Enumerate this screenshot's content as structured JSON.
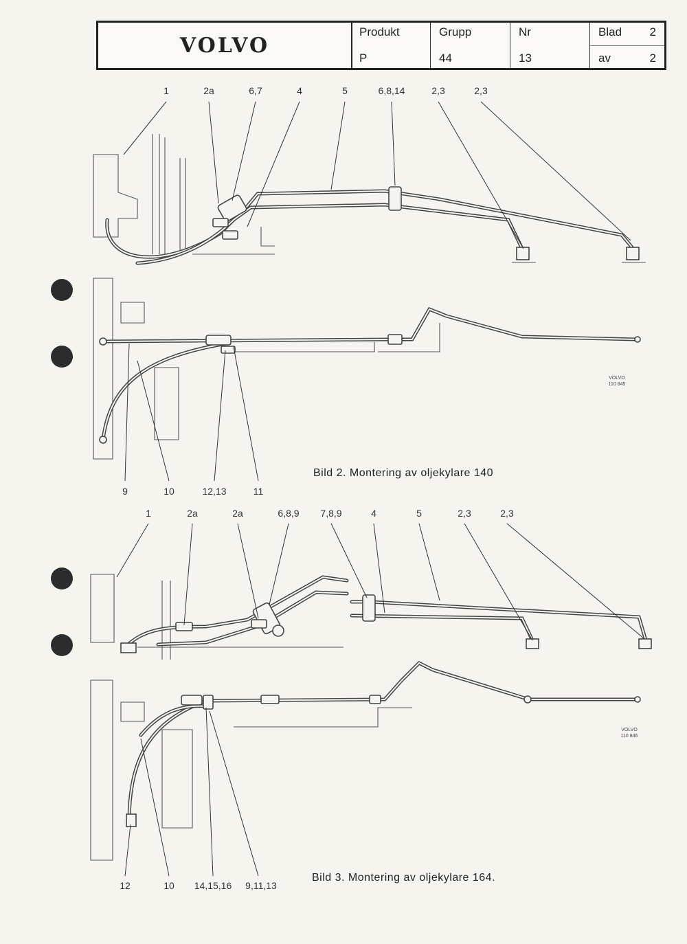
{
  "header": {
    "brand": "VOLVO",
    "produkt_label": "Produkt",
    "produkt_value": "P",
    "grupp_label": "Grupp",
    "grupp_value": "44",
    "nr_label": "Nr",
    "nr_value": "13",
    "blad_label": "Blad",
    "blad_value": "2",
    "av_label": "av",
    "av_value": "2"
  },
  "figure1": {
    "top_labels": [
      "1",
      "2a",
      "6,7",
      "4",
      "5",
      "6,8,14",
      "2,3",
      "2,3"
    ],
    "bottom_labels": [
      "9",
      "10",
      "12,13",
      "11"
    ],
    "mark_brand": "VOLVO",
    "mark_code": "110 845",
    "caption": "Bild 2.  Montering av oljekylare 140"
  },
  "figure2": {
    "top_labels": [
      "1",
      "2a",
      "2a",
      "6,8,9",
      "7,8,9",
      "4",
      "5",
      "2,3",
      "2,3"
    ],
    "bottom_labels": [
      "12",
      "10",
      "14,15,16",
      "9,11,13"
    ],
    "mark_brand": "VOLVO",
    "mark_code": "110 846",
    "caption": "Bild 3.  Montering av oljekylare 164."
  }
}
